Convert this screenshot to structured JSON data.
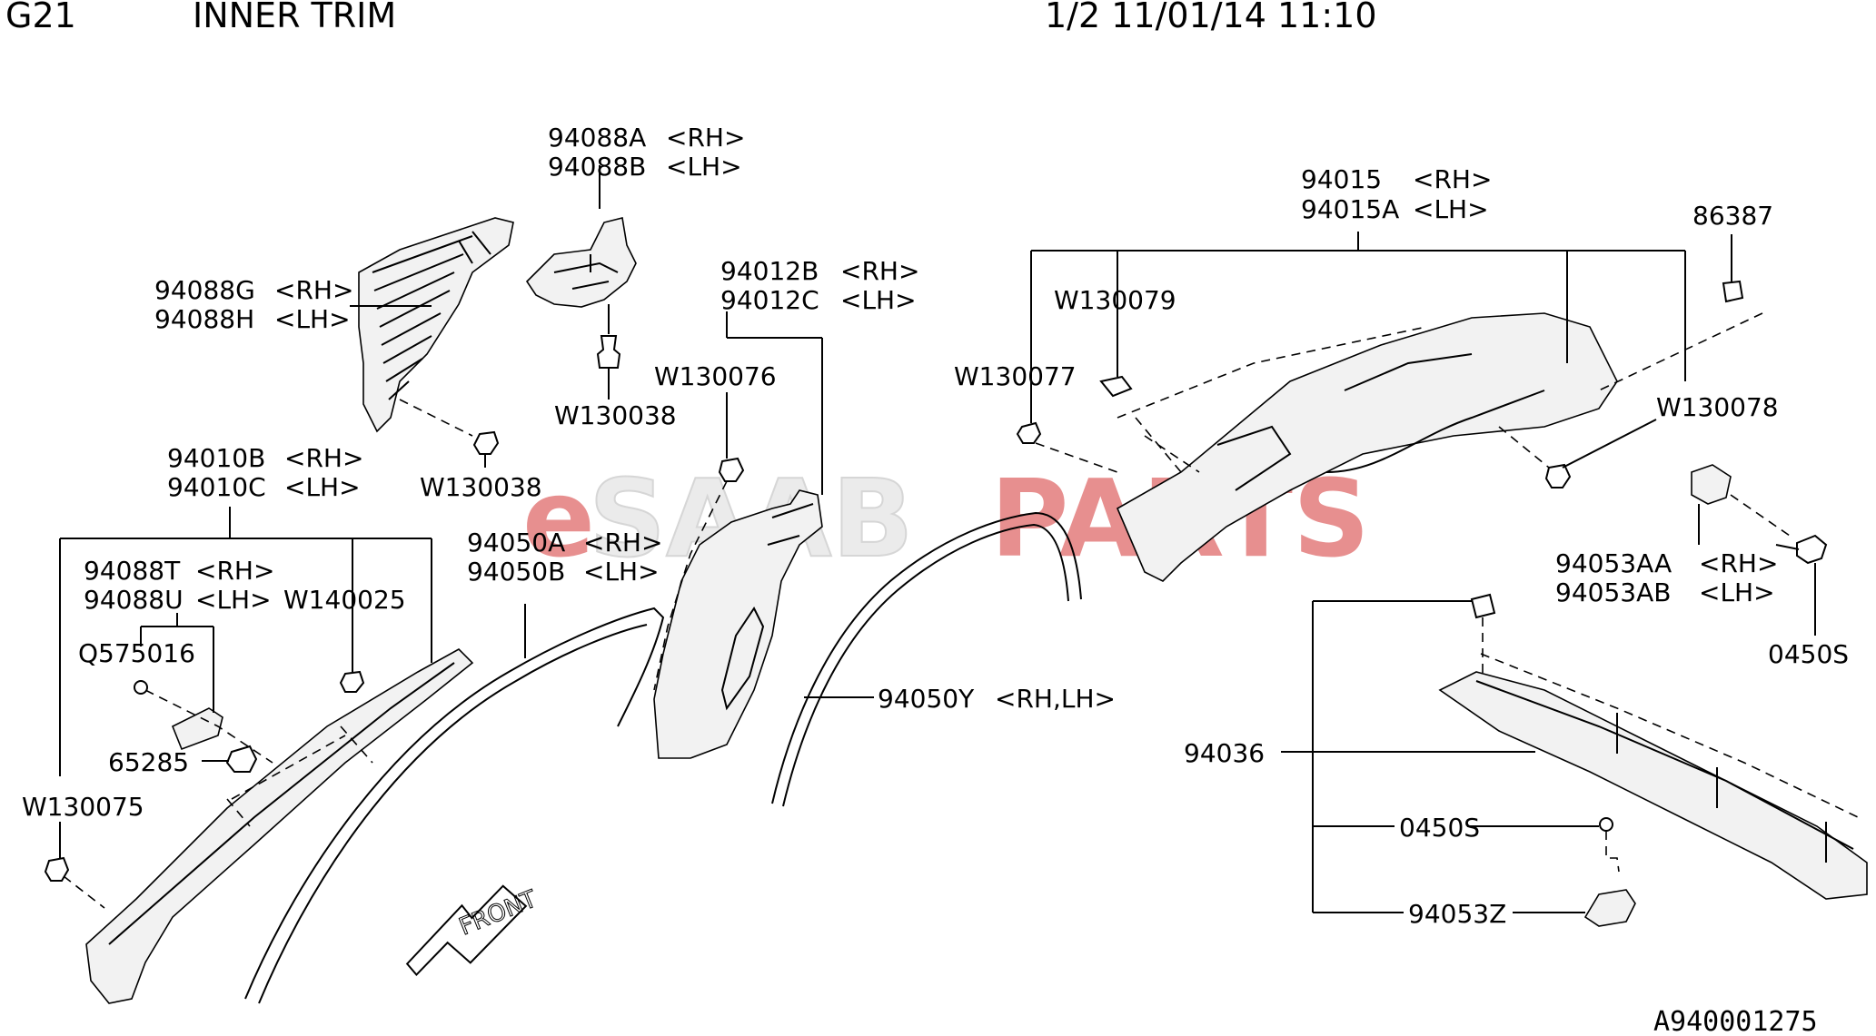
{
  "header": {
    "model": "G21",
    "title": "INNER TRIM",
    "page_info": "1/2 11/01/14 11:10"
  },
  "watermark": {
    "e": "e",
    "saab": "SAAB",
    "parts": "PARTS"
  },
  "reference": "A940001275",
  "direction_label": "FRONT",
  "callouts": {
    "c94088A": "94088A",
    "s94088A": "<RH>",
    "c94088B": "94088B",
    "s94088B": "<LH>",
    "c94088G": "94088G",
    "s94088G": "<RH>",
    "c94088H": "94088H",
    "s94088H": "<LH>",
    "cW130038a": "W130038",
    "cW130038b": "W130038",
    "c94012B": "94012B",
    "s94012B": "<RH>",
    "c94012C": "94012C",
    "s94012C": "<LH>",
    "cW130076": "W130076",
    "c94015": "94015",
    "s94015": "<RH>",
    "c94015A": "94015A",
    "s94015A": "<LH>",
    "c86387": "86387",
    "cW130079": "W130079",
    "cW130077": "W130077",
    "cW130078": "W130078",
    "c94010B": "94010B",
    "s94010B": "<RH>",
    "c94010C": "94010C",
    "s94010C": "<LH>",
    "c94088T": "94088T",
    "s94088T": "<RH>",
    "c94088U": "94088U",
    "s94088U": "<LH>",
    "cW140025": "W140025",
    "c94050A": "94050A",
    "s94050A": "<RH>",
    "c94050B": "94050B",
    "s94050B": "<LH>",
    "cQ575016": "Q575016",
    "c65285": "65285",
    "cW130075": "W130075",
    "c94050Y": "94050Y",
    "s94050Y": "<RH,LH>",
    "c94053AA": "94053AA",
    "s94053AA": "<RH>",
    "c94053AB": "94053AB",
    "s94053AB": "<LH>",
    "c0450Sa": "0450S",
    "c94036": "94036",
    "c0450Sb": "0450S",
    "c94053Z": "94053Z"
  }
}
